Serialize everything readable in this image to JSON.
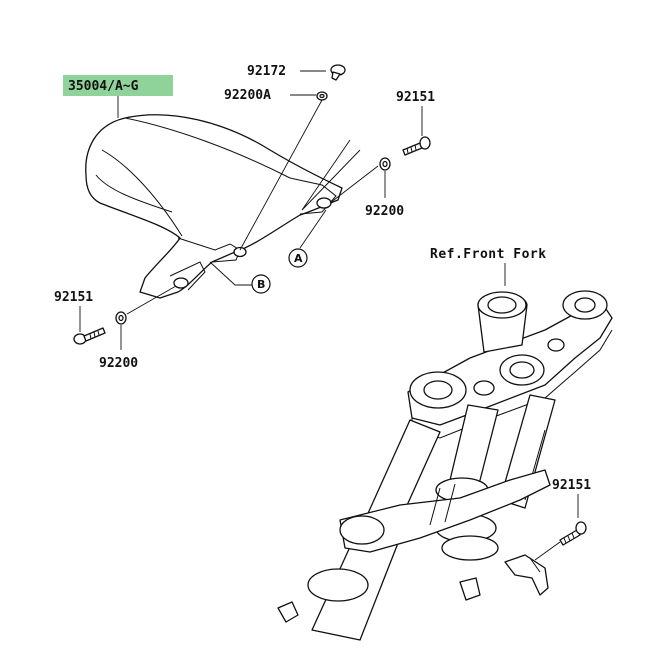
{
  "labels": {
    "fender": "35004/A~G",
    "bolt_top": "92172",
    "washer_top": "92200A",
    "bolt_right": "92151",
    "washer_right": "92200",
    "bolt_left": "92151",
    "washer_left": "92200",
    "bolt_bottom_right": "92151",
    "ref_front_fork": "Ref.Front Fork"
  },
  "callouts": {
    "a": "A",
    "b": "B"
  },
  "colors": {
    "highlight": "#8fd39a",
    "line": "#111111"
  }
}
